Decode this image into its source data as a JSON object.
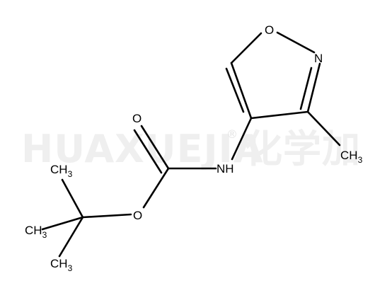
{
  "watermark": {
    "brand": "HUAXUEJIA",
    "registered": "®",
    "chinese": "化学加"
  },
  "atoms": {
    "ring_oxygen": "O",
    "ring_nitrogen": "N",
    "methyl_ring": {
      "main": "CH",
      "sub": "3"
    },
    "amide_nh": "NH",
    "carbonyl_oxygen": "O",
    "ester_oxygen": "O",
    "methyl_top": {
      "main": "CH",
      "sub": "3"
    },
    "methyl_left": {
      "main": "CH",
      "sub": "3"
    },
    "methyl_bottom": {
      "main": "CH",
      "sub": "3"
    }
  }
}
